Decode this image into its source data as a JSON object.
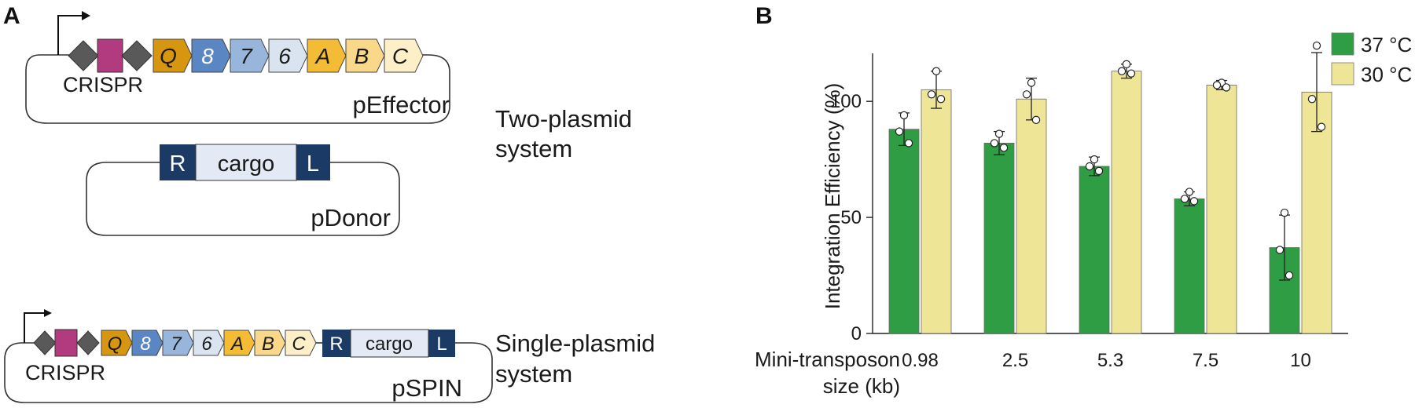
{
  "panel_a": {
    "label": "A",
    "two_plasmid": {
      "effector_genes": [
        "Q",
        "8",
        "7",
        "6",
        "A",
        "B",
        "C"
      ],
      "crispr_label": "CRISPR",
      "effector_name": "pEffector",
      "donor_right": "R",
      "donor_cargo": "cargo",
      "donor_left": "L",
      "donor_name": "pDonor",
      "system_line1": "Two-plasmid",
      "system_line2": "system"
    },
    "single_plasmid": {
      "genes": [
        "Q",
        "8",
        "7",
        "6",
        "A",
        "B",
        "C"
      ],
      "crispr_label": "CRISPR",
      "right": "R",
      "cargo": "cargo",
      "left": "L",
      "name": "pSPIN",
      "system_line1": "Single-plasmid",
      "system_line2": "system"
    },
    "colors": {
      "Q": "#d6960f",
      "8": "#5b86c4",
      "7": "#98b6dc",
      "6": "#dae4f1",
      "A": "#f4bc34",
      "B": "#fad889",
      "C": "#fdf0c9",
      "crispr_repeat": "#595959",
      "crispr_spacer": "#b23a7e",
      "transposon_end": "#1b3a66",
      "cargo": "#e3e9f5"
    }
  },
  "panel_b": {
    "label": "B",
    "legend": [
      {
        "label": "37 °C",
        "color": "#2f9d43"
      },
      {
        "label": "30 °C",
        "color": "#eee597"
      }
    ],
    "x_title_line1": "Mini-transposon",
    "x_title_line2": "size (kb)"
  },
  "chart_data": {
    "type": "bar",
    "categories": [
      "0.98",
      "2.5",
      "5.3",
      "7.5",
      "10"
    ],
    "series": [
      {
        "name": "37 °C",
        "values": [
          88,
          82,
          72,
          58,
          37
        ],
        "err": [
          7,
          5,
          4,
          3,
          14
        ],
        "points": [
          [
            94,
            87,
            82
          ],
          [
            86,
            82,
            80
          ],
          [
            75,
            72,
            70
          ],
          [
            61,
            58,
            57
          ],
          [
            52,
            36,
            25
          ]
        ]
      },
      {
        "name": "30 °C",
        "values": [
          105,
          101,
          113,
          107,
          104
        ],
        "err": [
          8,
          9,
          3,
          2,
          17
        ],
        "points": [
          [
            113,
            103,
            101
          ],
          [
            108,
            103,
            92
          ],
          [
            116,
            113,
            112
          ],
          [
            108,
            107,
            106
          ],
          [
            124,
            101,
            89
          ]
        ]
      }
    ],
    "xlabel": "Mini-transposon size (kb)",
    "ylabel": "Integration Efficiency (%)",
    "ylim": [
      0,
      120
    ],
    "yticks": [
      0,
      50,
      100
    ],
    "ytick_labels": [
      "0",
      "50",
      "100"
    ],
    "legend_position": "top-right"
  }
}
